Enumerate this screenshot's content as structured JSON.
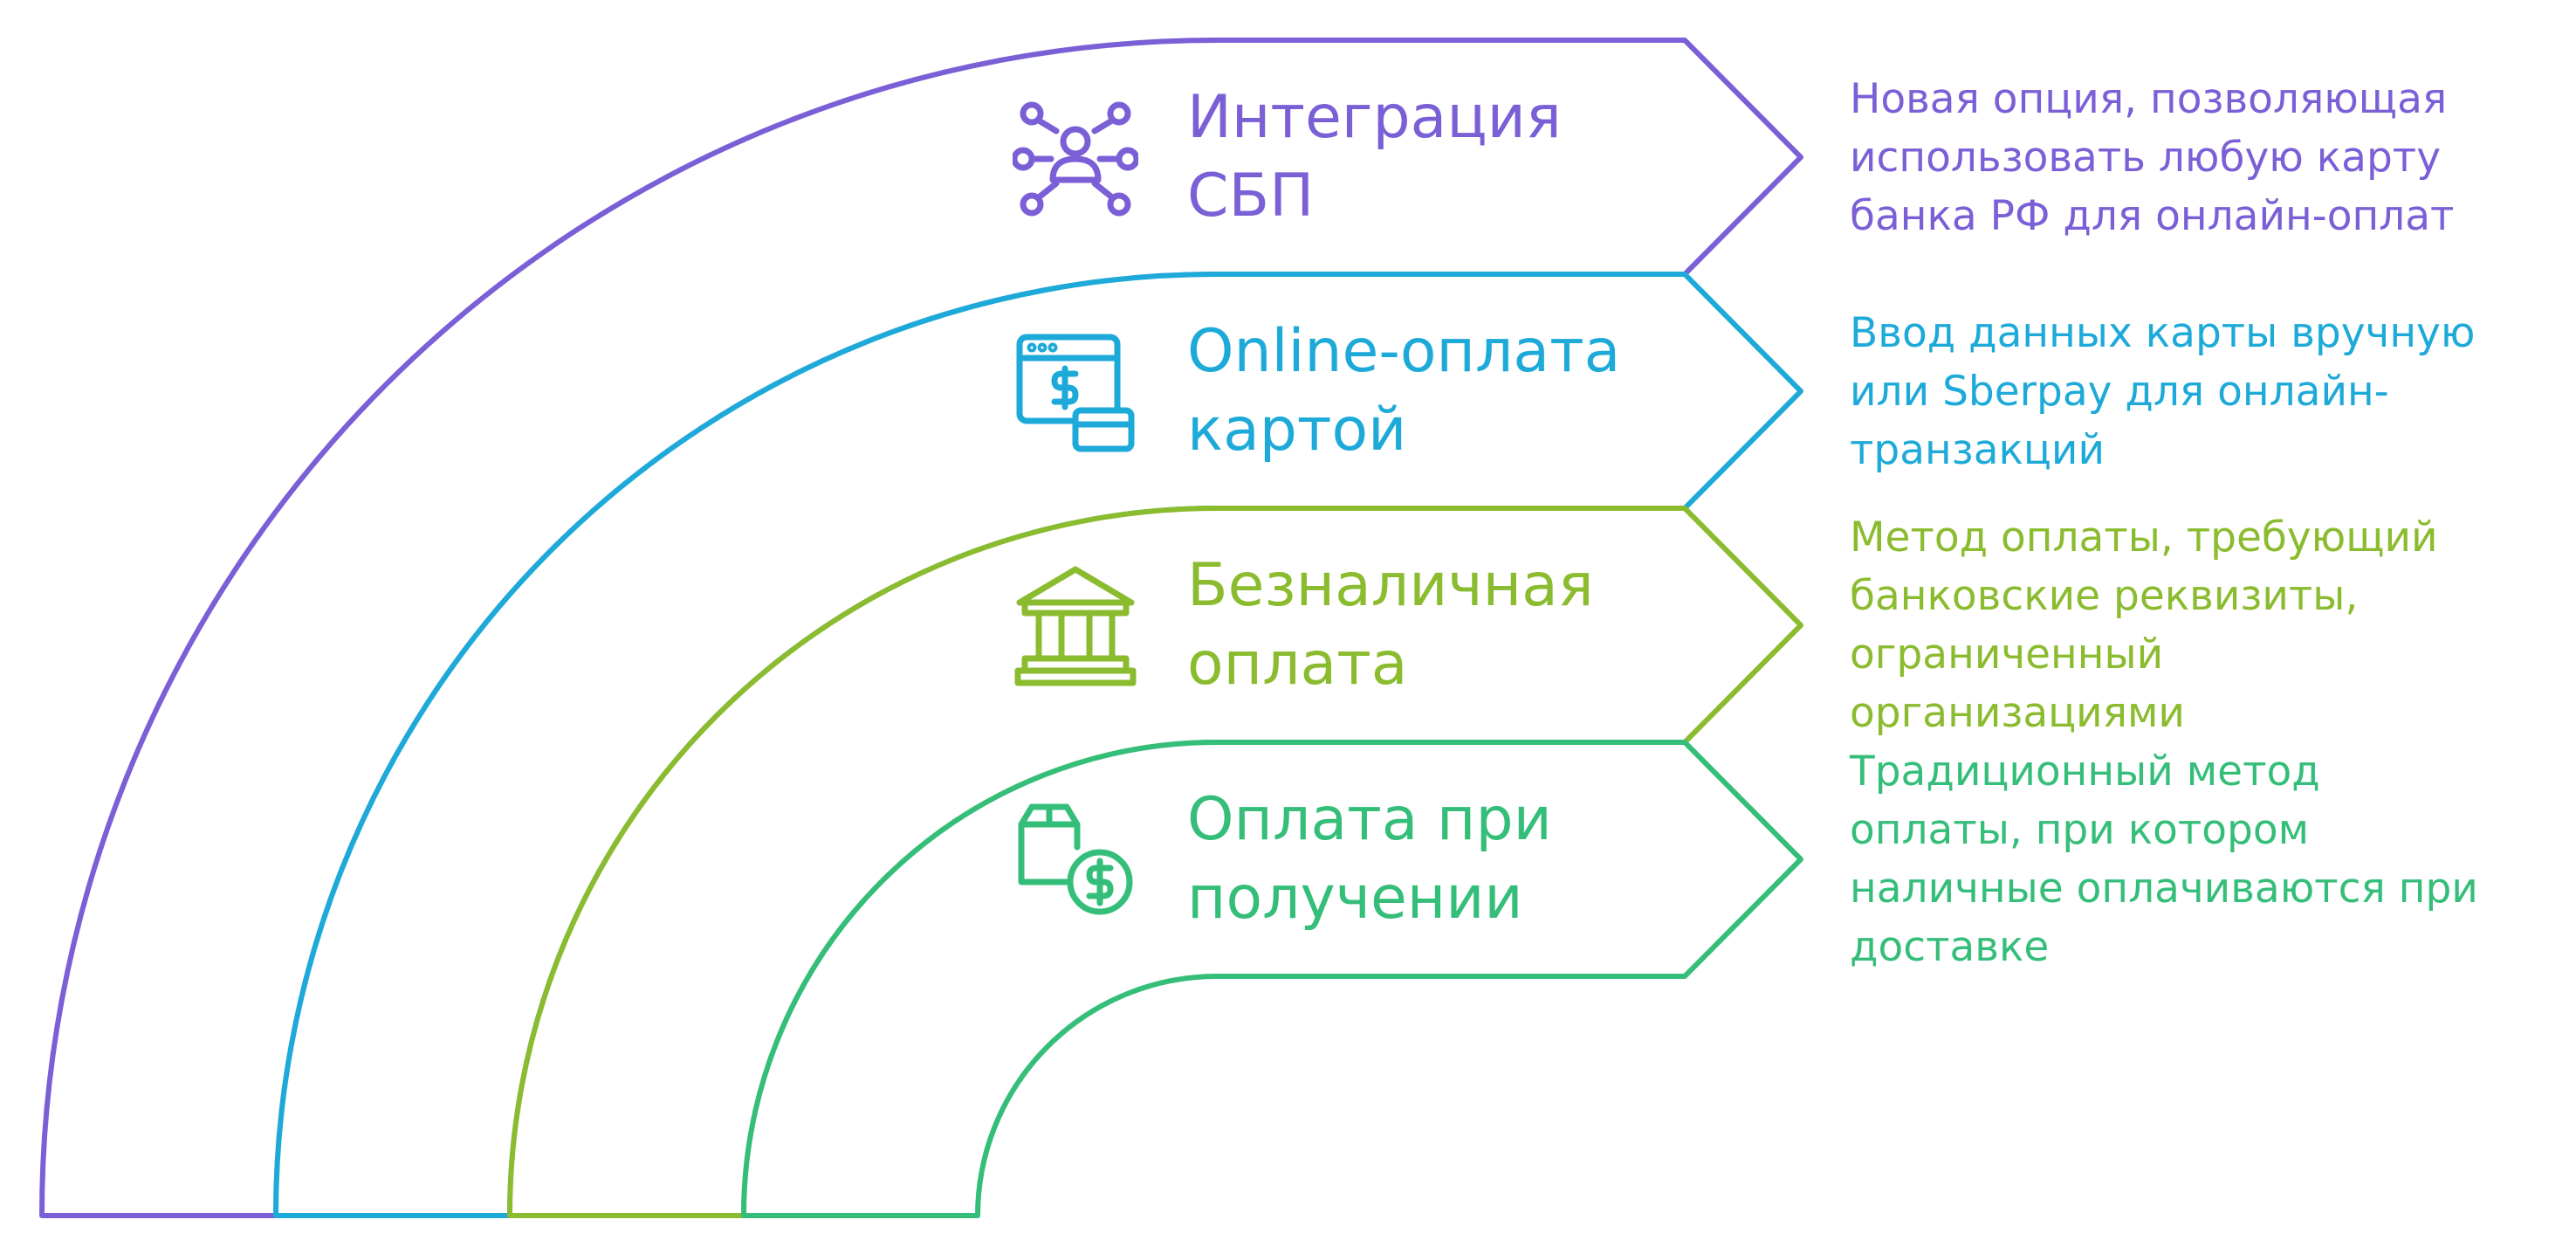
{
  "bands": [
    {
      "title_lines": [
        "Интеграция",
        "СБП"
      ],
      "description_lines": [
        "Новая опция, позволяющая",
        "использовать любую карту",
        "банка РФ для онлайн-оплат"
      ],
      "icon": "network-person-icon",
      "color": "#7B5FD6"
    },
    {
      "title_lines": [
        "Online-оплата",
        "картой"
      ],
      "description_lines": [
        "Ввод данных карты вручную",
        "или Sberpay для онлайн-",
        "транзакций"
      ],
      "icon": "browser-payment-card-icon",
      "color": "#1EAAD9"
    },
    {
      "title_lines": [
        "Безналичная",
        "оплата"
      ],
      "description_lines": [
        "Метод оплаты, требующий",
        "банковские реквизиты,",
        "ограниченный",
        "организациями"
      ],
      "icon": "bank-icon",
      "color": "#8BBB2E"
    },
    {
      "title_lines": [
        "Оплата при",
        "получении"
      ],
      "description_lines": [
        "Традиционный метод",
        "оплаты, при котором",
        "наличные оплачиваются при",
        "доставке"
      ],
      "icon": "package-dollar-icon",
      "color": "#35BE7A"
    }
  ]
}
